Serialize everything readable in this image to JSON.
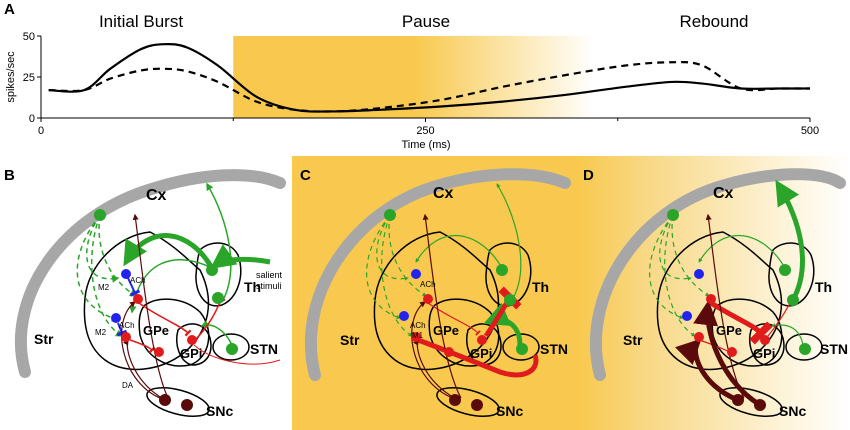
{
  "panel_a": {
    "label": "A",
    "phases": {
      "burst": "Initial Burst",
      "pause": "Pause",
      "rebound": "Rebound"
    },
    "y_axis": {
      "label": "spikes/sec",
      "ticks": [
        "0",
        "25",
        "50"
      ],
      "range": [
        0,
        50
      ]
    },
    "x_axis": {
      "label": "Time (ms)",
      "ticks": [
        "0",
        "250",
        "500"
      ],
      "range": [
        0,
        500
      ]
    },
    "shade_color": "#f6c84c"
  },
  "chart_data": {
    "type": "line",
    "xlabel": "Time (ms)",
    "ylabel": "spikes/sec",
    "xlim": [
      0,
      500
    ],
    "ylim": [
      0,
      50
    ],
    "shaded_region": [
      125,
      360
    ],
    "series": [
      {
        "style": "solid",
        "x": [
          5,
          28,
          45,
          65,
          80,
          95,
          115,
          140,
          165,
          190,
          220,
          260,
          300,
          340,
          380,
          410,
          430,
          455,
          480,
          500
        ],
        "y": [
          17,
          17,
          30,
          42,
          45,
          43,
          32,
          13,
          5,
          4,
          5,
          7,
          10,
          14,
          19,
          22,
          21,
          18,
          18,
          18
        ]
      },
      {
        "style": "dashed",
        "x": [
          5,
          28,
          45,
          65,
          80,
          95,
          115,
          140,
          165,
          190,
          220,
          260,
          300,
          340,
          380,
          410,
          430,
          455,
          480,
          500
        ],
        "y": [
          17,
          17,
          24,
          29,
          30,
          28.5,
          22,
          10,
          5,
          4,
          6,
          11,
          19,
          26,
          32,
          34,
          32,
          18,
          18,
          18
        ]
      }
    ]
  },
  "panels": [
    {
      "label": "B",
      "cx": "Cx",
      "th": "Th",
      "str": "Str",
      "gpe": "GPe",
      "gpi": "GPi",
      "stn": "STN",
      "snc": "SNc",
      "ach1": "ACh",
      "ach2": "ACh",
      "m2a": "M2",
      "m2b": "M2",
      "da": "DA",
      "salient": [
        "salient",
        "stimuli"
      ]
    },
    {
      "label": "C",
      "cx": "Cx",
      "th": "Th",
      "str": "Str",
      "gpe": "GPe",
      "gpi": "GPi",
      "stn": "STN",
      "snc": "SNc",
      "ach1": "ACh",
      "ach2": "ACh",
      "m1": "M1"
    },
    {
      "label": "D",
      "cx": "Cx",
      "th": "Th",
      "str": "Str",
      "gpe": "GPe",
      "gpi": "GPi",
      "stn": "STN",
      "snc": "SNc"
    }
  ],
  "colors": {
    "green": "#2aa52a",
    "red": "#e11b1b",
    "blue": "#2323ee",
    "brown": "#5a0a0a",
    "gray": "#a7a7a7",
    "orange": "#f8c94e"
  }
}
